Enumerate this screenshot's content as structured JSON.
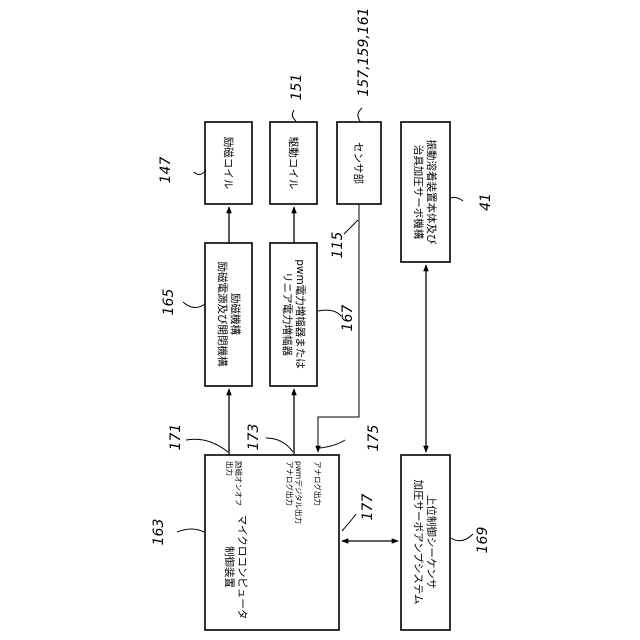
{
  "boxes": {
    "excitation_coil": "励磁コイル",
    "drive_coil": "駆動コイル",
    "sensor": "センサ部",
    "vibration_device_line1": "振動溶着装置本体及び",
    "vibration_device_line2": "治具加圧サーボ機構",
    "excitation_mech_line1": "励磁機構",
    "excitation_mech_line2": "励磁電源及び開閉機構",
    "amplifier_line1": "pwm電力増幅器または",
    "amplifier_line2": "リニア電力増幅器",
    "microcomputer_line1": "マイクロコンピュータ",
    "microcomputer_line2": "制御装置",
    "microcomputer_out1_line1": "励磁オンオフ",
    "microcomputer_out1_line2": "出力",
    "microcomputer_out2_line1": "pwmデジタル出力",
    "microcomputer_out2_line2": "アナログ出力",
    "microcomputer_out3": "アナログ出力",
    "sequencer_line1": "上位制御シーケンサ",
    "sequencer_line2": "加圧サーボアンプシステム"
  },
  "reference_numerals": {
    "r147": "147",
    "r151": "151",
    "r157": "157,159,161",
    "r41": "41",
    "r165": "165",
    "r167": "167",
    "r115": "115",
    "r171": "171",
    "r173": "173",
    "r175": "175",
    "r163": "163",
    "r177": "177",
    "r169": "169"
  }
}
